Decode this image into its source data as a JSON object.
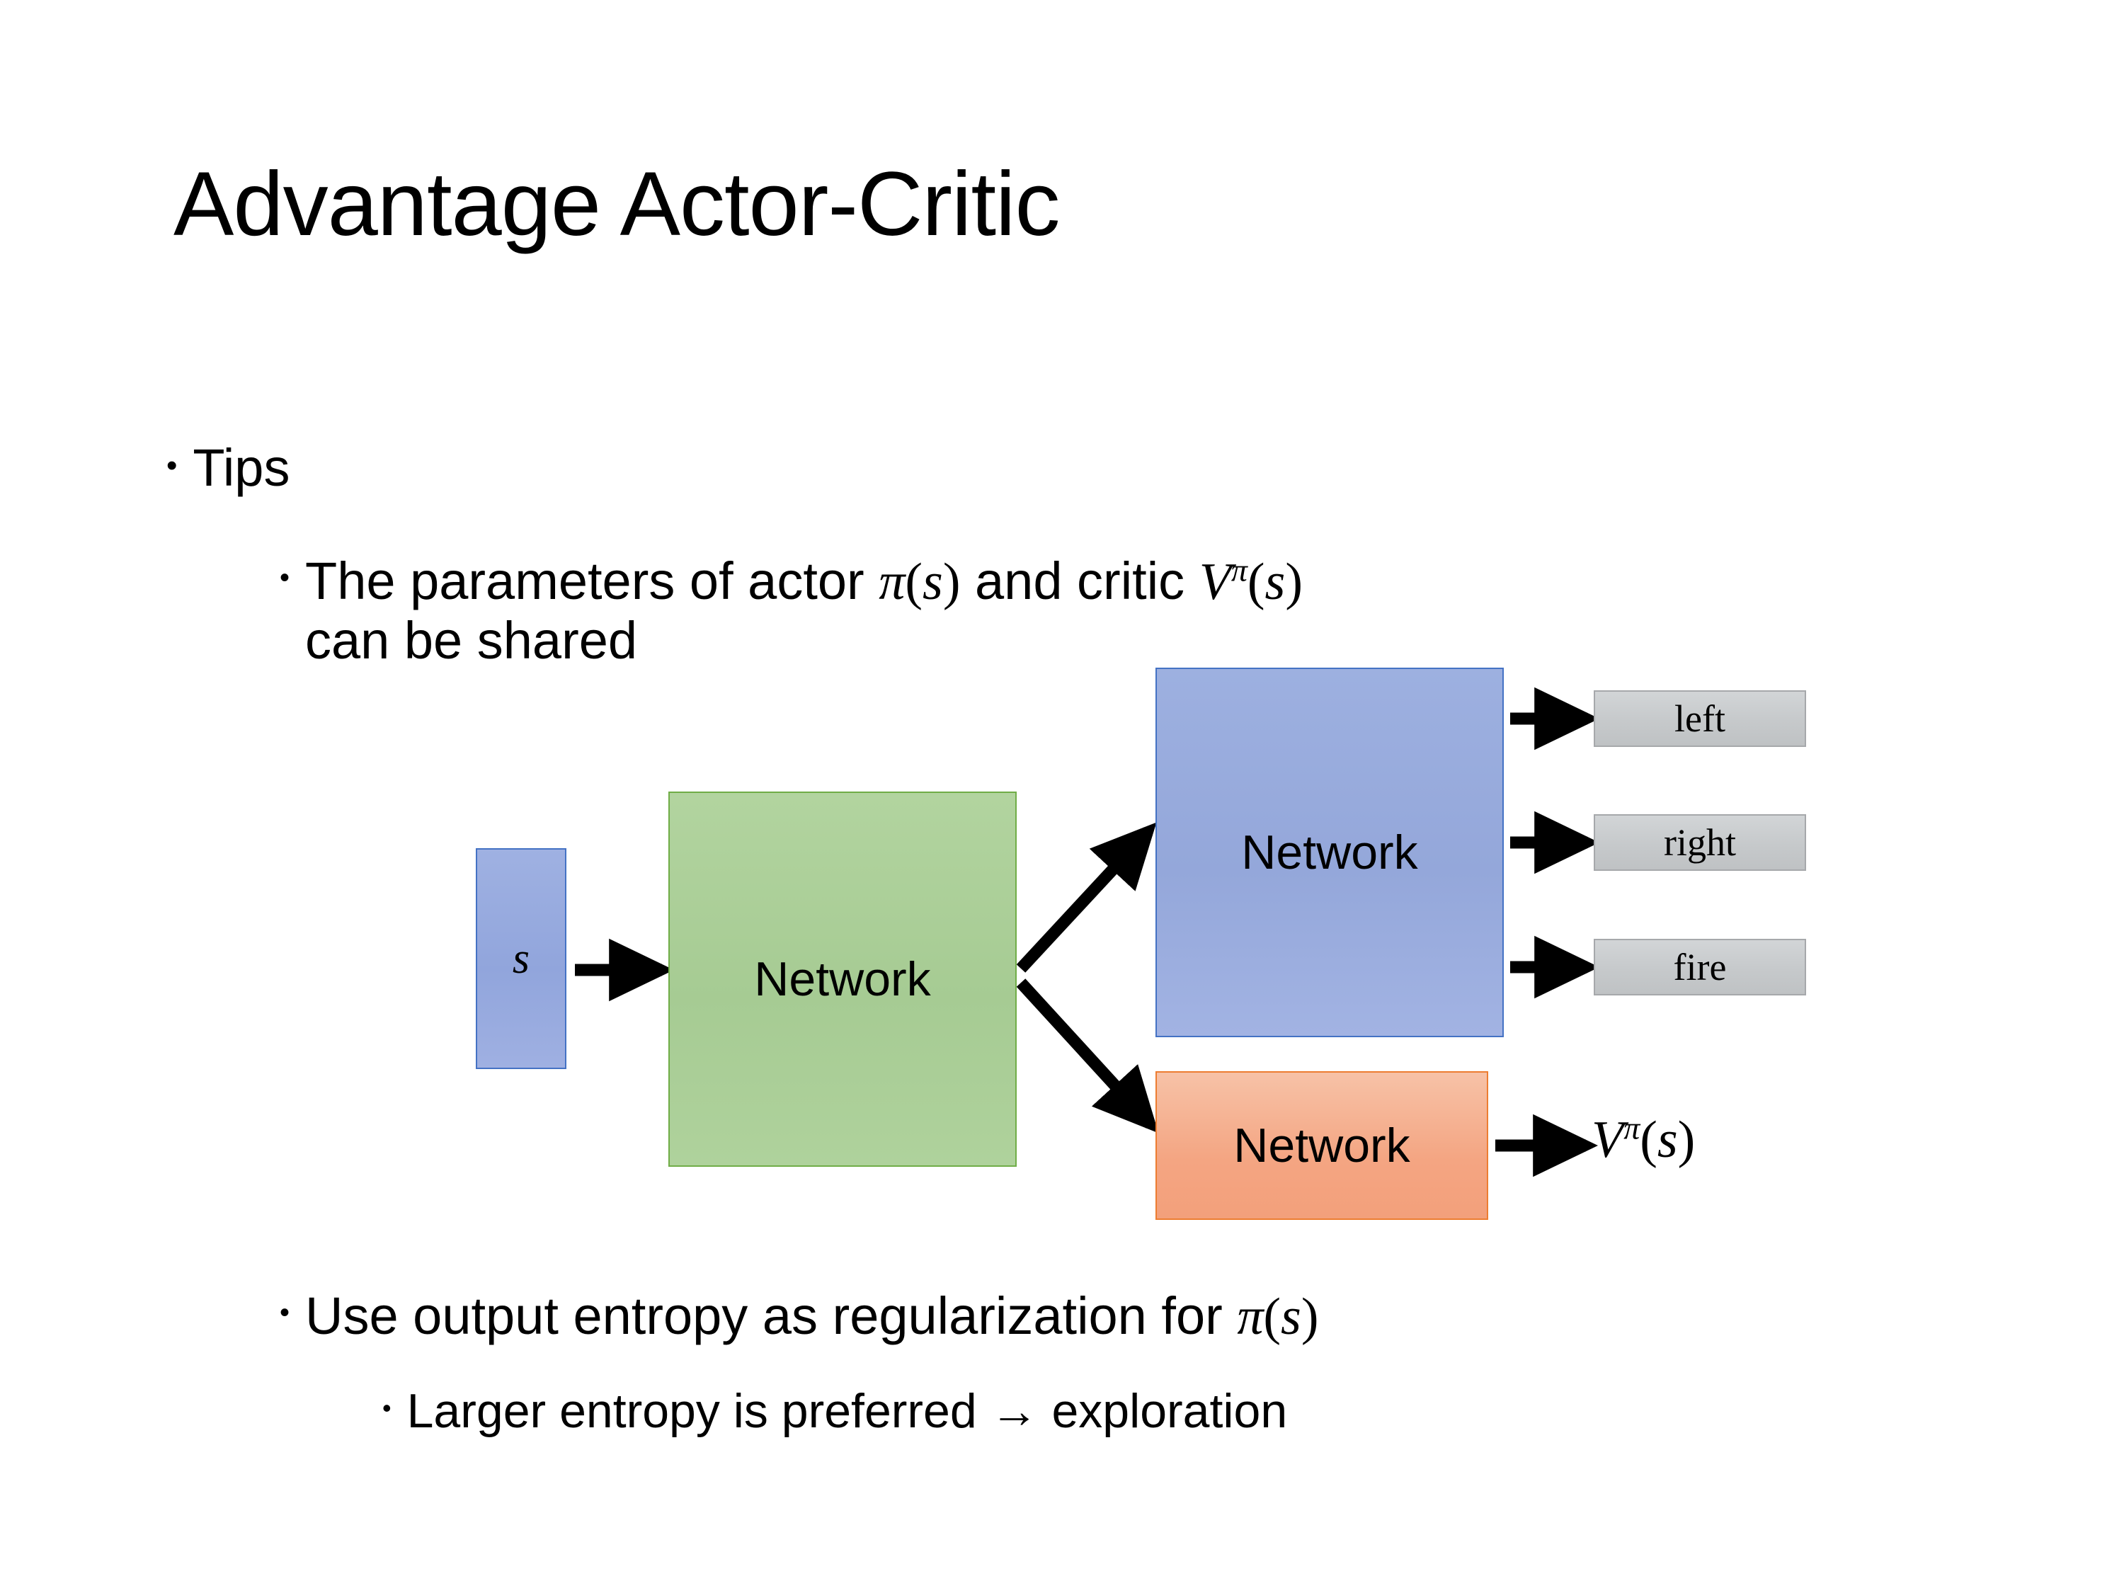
{
  "slide": {
    "title": "Advantage Actor-Critic",
    "background_color": "#FFFFFF"
  },
  "bullets": {
    "tips": "Tips",
    "shared_params_pre": "The parameters of actor ",
    "shared_params_actor_fn": "π(s)",
    "shared_params_mid": "  and critic ",
    "shared_params_critic_fn": "Vπ(s)",
    "shared_params_line2": "can be shared",
    "entropy_pre": "Use output entropy as regularization for ",
    "entropy_fn": "π(s)",
    "exploration": "Larger entropy is preferred → exploration",
    "bullet_glyph_level1": "•",
    "bullet_glyph_level2": "•",
    "bullet_glyph_level3": "•"
  },
  "diagram": {
    "state_box": {
      "label": "s",
      "fill": "#95A8DD",
      "border": "#4472C4"
    },
    "trunk_network": {
      "label": "Network",
      "fill": "#A8CE96",
      "border": "#70AD47"
    },
    "actor_network": {
      "label": "Network",
      "fill": "#95A8DD",
      "border": "#4472C4"
    },
    "critic_network": {
      "label": "Network",
      "fill": "#F4A582",
      "border": "#ED7D31"
    },
    "actions": [
      {
        "label": "left"
      },
      {
        "label": "right"
      },
      {
        "label": "fire"
      }
    ],
    "action_fill": "#C8CBCD",
    "action_border": "#A6A8AB",
    "critic_output": {
      "base": "V",
      "exponent": "π",
      "argument": "(s)"
    },
    "arrow_color": "#000000"
  },
  "math": {
    "pi": "π",
    "s": "s",
    "V": "V",
    "lparen": "(",
    "rparen": ")"
  }
}
